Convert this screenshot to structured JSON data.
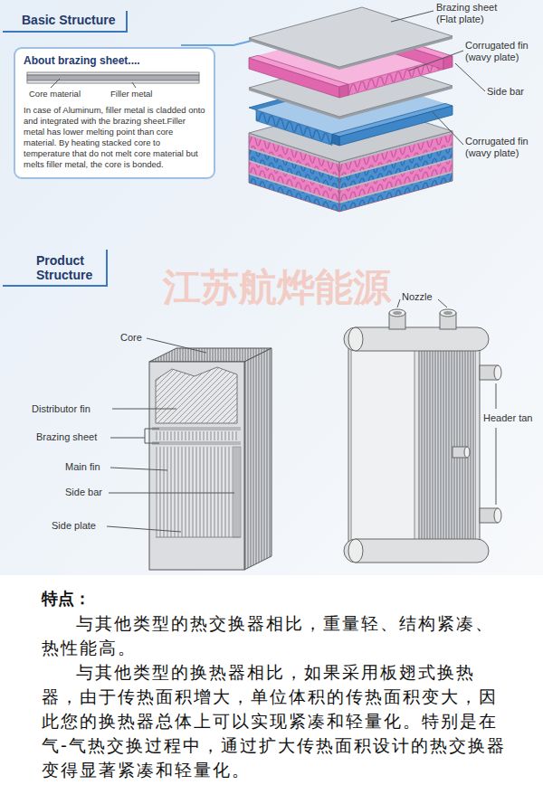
{
  "diagram": {
    "nodes": [
      {
        "text": [
          "About brazing sheet....",
          "Core material",
          "Filler metal",
          "In case of Aluminum, filler metal is cladded onto and integrated with the brazing sheet.Filler metal has lower melting point than core material. By heating stacked core to temperature that do not melt core material but melts filler metal, the core is bonded."
        ]
      }
    ],
    "labels": [
      "Basic Structure",
      "Brazing sheet (Flat plate)",
      "Corrugated fin (wavy plate)",
      "Side bar",
      "Corrugated fin (wavy plate)",
      "Product Structure",
      "Core",
      "Distributor fin",
      "Brazing sheet",
      "Main fin",
      "Side bar",
      "Side plate",
      "Nozzle",
      "Header tan",
      "江苏航烨能源",
      "特点：",
      "与其他类型的热交换器相比，重量轻、结构紧凑、热性能高。",
      "与其他类型的换热器相比，如果采用板翅式换热器，由于传热面积增大，单位体积的传热面积变大，因此您的换热器总体上可以实现紧凑和轻量化。特别是在气-气热交换过程中，通过扩大传热面积设计的热交换器变得显著紧凑和轻量化。"
    ]
  }
}
